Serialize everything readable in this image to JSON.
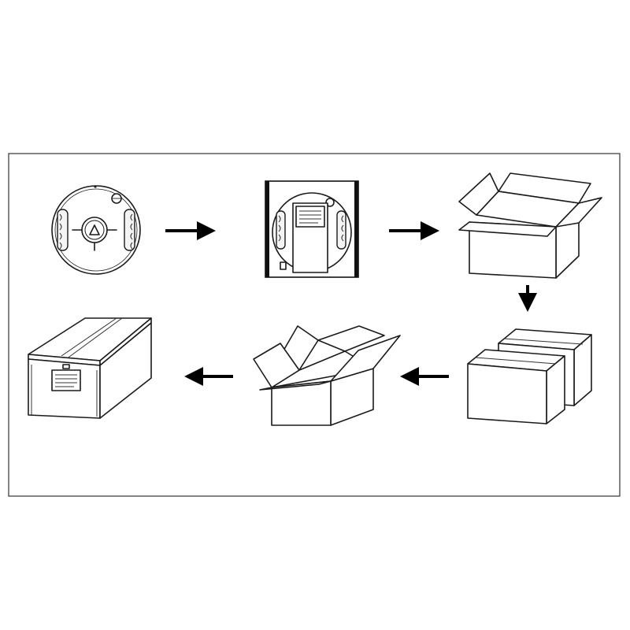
{
  "diagram": {
    "steps": [
      {
        "id": "reel",
        "icon": "tape-reel-icon"
      },
      {
        "id": "boxed-reel",
        "icon": "boxed-reel-icon"
      },
      {
        "id": "open-carton",
        "icon": "open-carton-icon"
      },
      {
        "id": "sealed-cartons",
        "icon": "sealed-carton-stack-icon"
      },
      {
        "id": "open-carton-2",
        "icon": "open-carton-icon"
      },
      {
        "id": "shipping-crate",
        "icon": "shipping-crate-icon"
      }
    ],
    "arrows": [
      "right",
      "right",
      "down",
      "left",
      "left"
    ],
    "colors": {
      "stroke": "#1a1a1a",
      "frame": "#333333",
      "background": "#ffffff"
    }
  }
}
